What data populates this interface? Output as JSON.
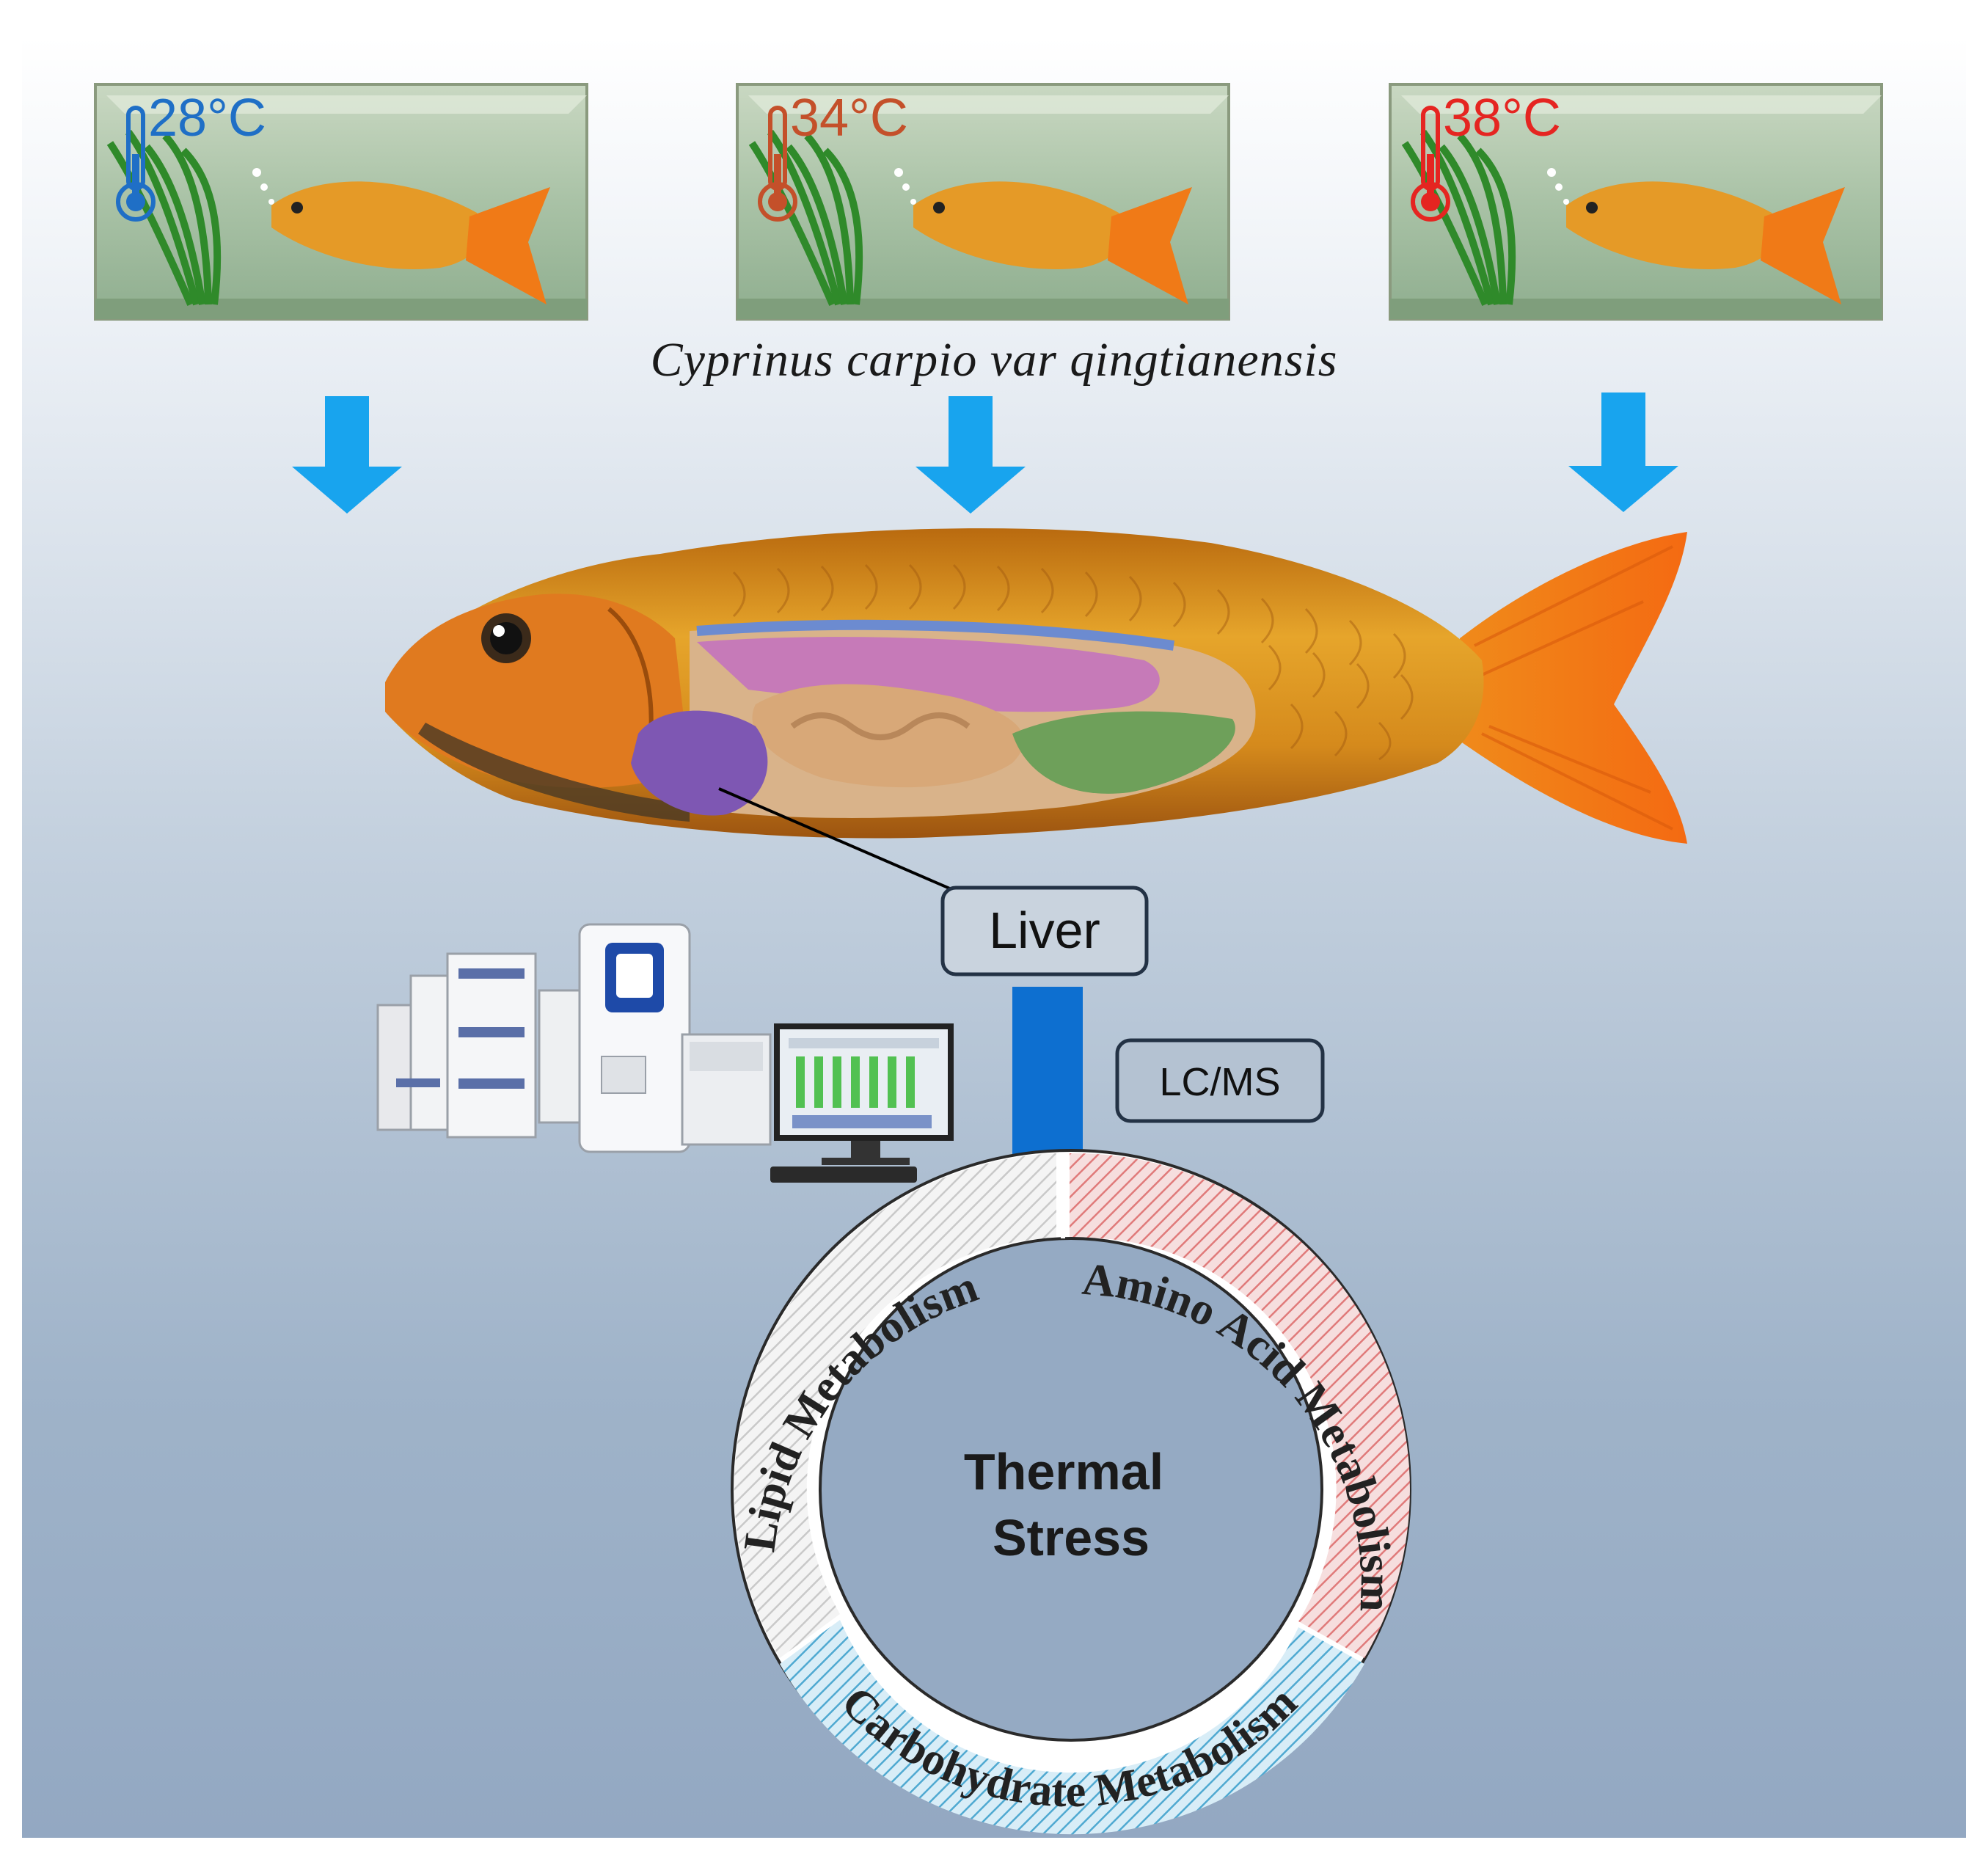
{
  "tanks": [
    {
      "temperature": "28°C",
      "color": "#1f6fc6"
    },
    {
      "temperature": "34°C",
      "color": "#c4502a"
    },
    {
      "temperature": "38°C",
      "color": "#e52521"
    }
  ],
  "species_label": "Cyprinus carpio var qingtianensis",
  "organ_label": "Liver",
  "method_label": "LC/MS",
  "center_text": {
    "line1": "Thermal",
    "line2": "Stress"
  },
  "ring_segments": [
    {
      "label": "Lipid Metabolism",
      "color": "#bdbdbd"
    },
    {
      "label": "Amino Acid Metabolism",
      "color": "#e07a7a"
    },
    {
      "label": "Carbohydrate Metabolism",
      "color": "#4fa9d1"
    }
  ],
  "colors": {
    "arrow_light": "#18a4ee",
    "arrow_dark": "#0d6fd0",
    "background_top": "#ffffff",
    "background_bottom": "#93a8c2"
  }
}
